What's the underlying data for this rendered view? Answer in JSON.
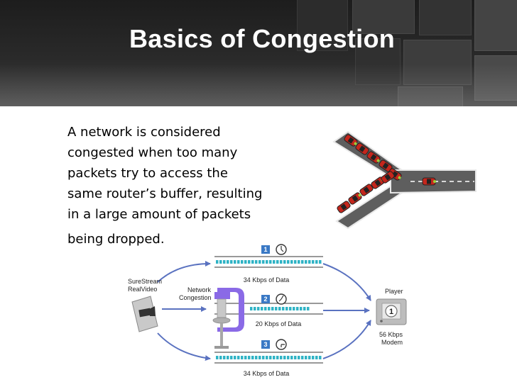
{
  "slide": {
    "title": "Basics of Congestion",
    "body_lines": [
      "A network is considered",
      "congested when too many",
      "packets try to access the",
      "same router’s buffer, resulting",
      "in a large amount of packets",
      "being dropped."
    ]
  },
  "road_illustration": {
    "road_color": "#5e5e5e",
    "car_colors": [
      "#c4261c",
      "#222222",
      "#9ad13a"
    ]
  },
  "network_diagram": {
    "source_label": [
      "SureStream",
      "RealVideo"
    ],
    "congestion_label": [
      "Network",
      "Congestion"
    ],
    "player_label": "Player",
    "modem_label": [
      "56 Kbps",
      "Modem"
    ],
    "player_digit": "1",
    "streams": [
      {
        "number": "1",
        "caption": "34 Kbps of Data",
        "packets": 30
      },
      {
        "number": "2",
        "caption": "20 Kbps of Data",
        "packets": 17
      },
      {
        "number": "3",
        "caption": "34 Kbps of Data",
        "packets": 30
      }
    ],
    "colors": {
      "packet": "#2fb3c5",
      "badge": "#3a79c5",
      "arrow": "#5a72c0",
      "clamp": "#8a6ae6",
      "device": "#b7b7b7"
    }
  }
}
